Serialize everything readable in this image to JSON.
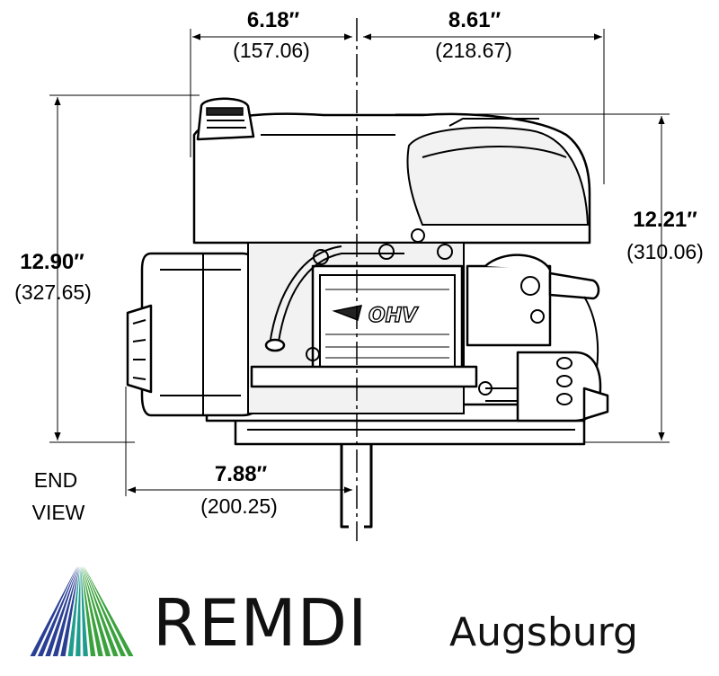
{
  "dimensions": {
    "left_width": {
      "inch": "6.18″",
      "mm": "(157.06)"
    },
    "right_width": {
      "inch": "8.61″",
      "mm": "(218.67)"
    },
    "total_height": {
      "inch": "12.90″",
      "mm": "(327.65)"
    },
    "right_height": {
      "inch": "12.21″",
      "mm": "(310.06)"
    },
    "shaft_offset": {
      "inch": "7.88″",
      "mm": "(200.25)"
    }
  },
  "view_label": {
    "line1": "END",
    "line2": "VIEW"
  },
  "engine_badge": "OHV",
  "brand": {
    "name": "REMDI",
    "location": "Augsburg",
    "colors": {
      "blue": "#2a3f94",
      "green": "#3aa13c",
      "teal": "#1f9c8e"
    }
  }
}
